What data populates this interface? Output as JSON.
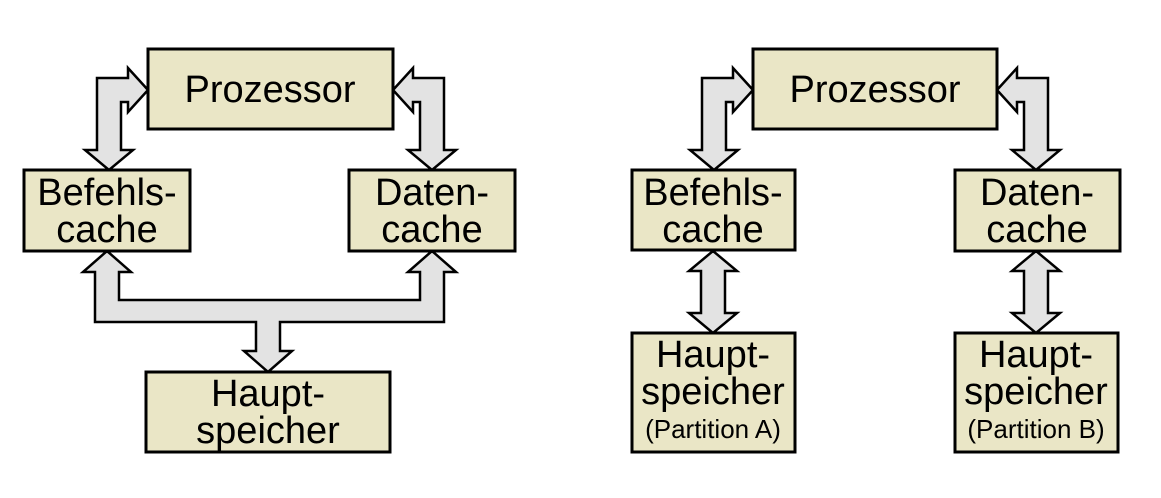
{
  "colors": {
    "background": "#ffffff",
    "box_fill": "#eae6c6",
    "box_border": "#000000",
    "arrow_fill": "#e3e3e3",
    "arrow_border": "#000000",
    "text": "#000000"
  },
  "left_diagram": {
    "processor": {
      "label": "Prozessor"
    },
    "instruction_cache": {
      "line1": "Befehls-",
      "line2": "cache"
    },
    "data_cache": {
      "line1": "Daten-",
      "line2": "cache"
    },
    "main_memory": {
      "line1": "Haupt-",
      "line2": "speicher"
    }
  },
  "right_diagram": {
    "processor": {
      "label": "Prozessor"
    },
    "instruction_cache": {
      "line1": "Befehls-",
      "line2": "cache"
    },
    "data_cache": {
      "line1": "Daten-",
      "line2": "cache"
    },
    "main_memory_a": {
      "line1": "Haupt-",
      "line2": "speicher",
      "line3": "(Partition A)"
    },
    "main_memory_b": {
      "line1": "Haupt-",
      "line2": "speicher",
      "line3": "(Partition B)"
    }
  }
}
